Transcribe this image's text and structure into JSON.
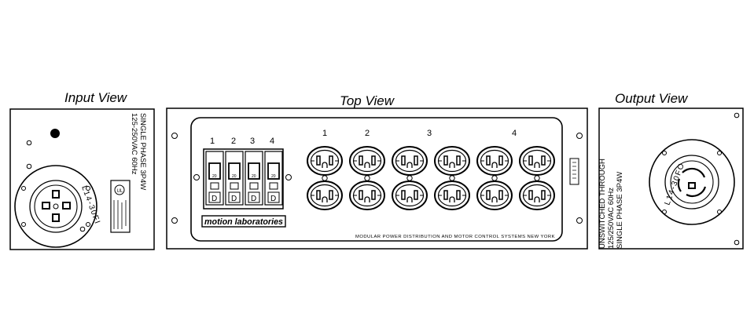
{
  "views": {
    "input": {
      "title": "Input View",
      "rating_line1": "125-250VAC  60Hz",
      "rating_line2": "SINGLE  PHASE  3P4W",
      "connector_label": "L14-30FI"
    },
    "top": {
      "title": "Top View",
      "breaker_numbers": [
        "1",
        "2",
        "3",
        "4"
      ],
      "breaker_rating": "20",
      "breaker_letter": "D",
      "circuit_numbers": [
        "1",
        "2",
        "3",
        "4"
      ],
      "brand": "motion laboratories",
      "tagline": "MODULAR POWER DISTRIBUTION AND MOTOR CONTROL SYSTEMS  NEW YORK"
    },
    "output": {
      "title": "Output View",
      "note_line1": "UNSWITCHED  THROUGH",
      "note_line2": "125/250VAC  60Hz",
      "note_line3": "SINGLE  PHASE  3P4W",
      "connector_label": "L14-30FO"
    }
  }
}
